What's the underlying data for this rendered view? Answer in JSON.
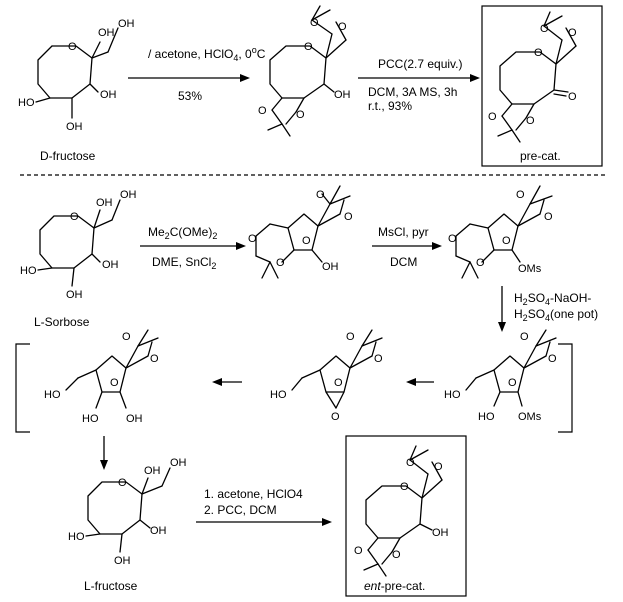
{
  "labels": {
    "d_fructose": "D-fructose",
    "pre_cat": "pre-cat.",
    "l_sorbose": "L-Sorbose",
    "l_fructose": "L-fructose",
    "ent_italic": "ent",
    "ent_rest": "-pre-cat."
  },
  "conditions": {
    "r1_reagent": "acetone, HClO4, 0°C",
    "r1_yield": "53%",
    "r2_line1": "PCC(2.7 equiv.)",
    "r2_line2": "DCM, 3A MS, 3h",
    "r2_line3": "r.t., 93%",
    "r3_line1": "Me2C(OMe)2",
    "r3_line2": "DME, SnCl2",
    "r4_line1": "MsCl, pyr",
    "r4_line2": "DCM",
    "r5_line1": "H2SO4-NaOH-",
    "r5_line2": "H2SO4(one pot)",
    "r6_line1": "1. acetone, HClO4",
    "r6_line2": "2. PCC, DCM"
  },
  "atoms": {
    "OH": "OH",
    "HO": "HO",
    "O": "O",
    "OMs": "OMs",
    "ketone_O": "O",
    "small_O": "O",
    "sub2": "2",
    "sub4": "4",
    "degree": "o",
    "C": "C"
  }
}
